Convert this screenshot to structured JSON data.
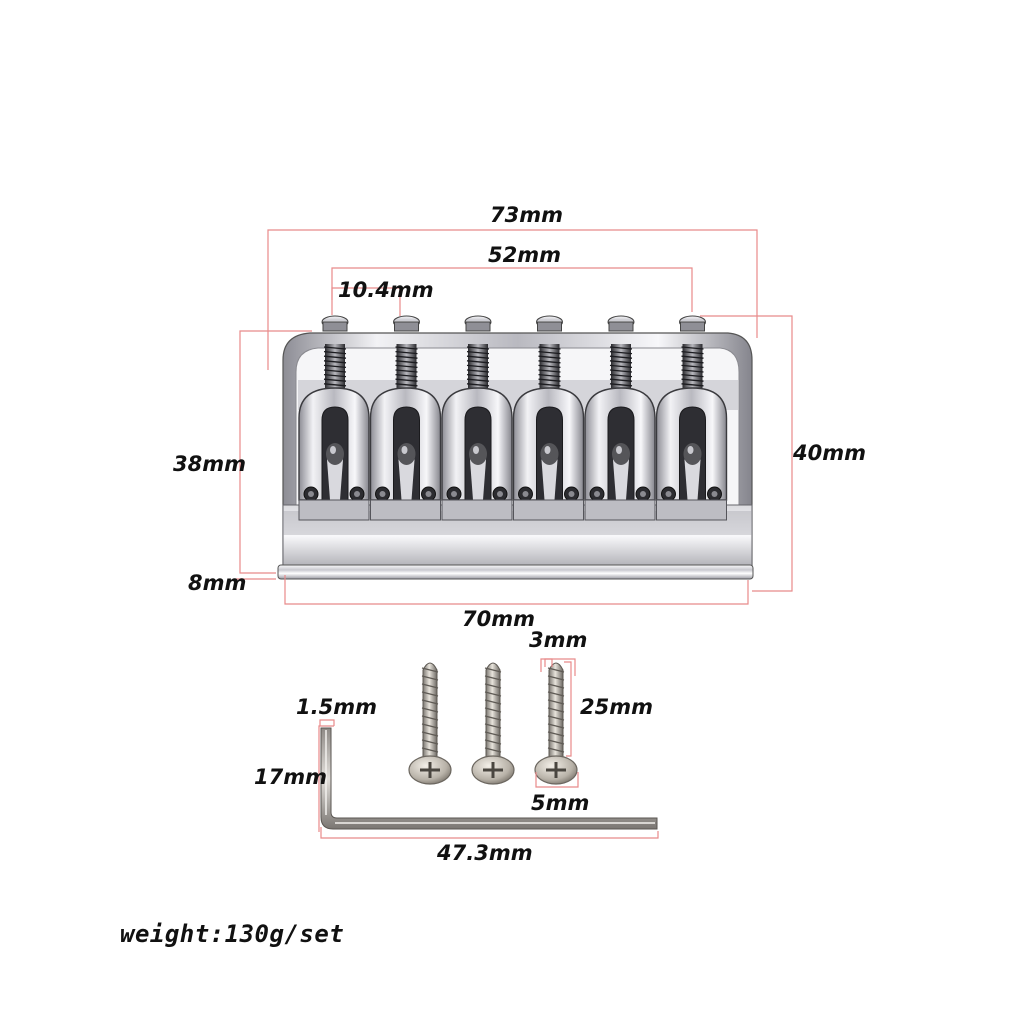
{
  "dimensions": {
    "overall_width": "73mm",
    "outer_string_spacing": "52mm",
    "saddle_spacing": "10.4mm",
    "length_left": "38mm",
    "length_right": "40mm",
    "base_height": "8mm",
    "base_width": "70mm",
    "screw_diameter": "3mm",
    "screw_length": "25mm",
    "screw_head": "5mm",
    "wrench_size": "1.5mm",
    "wrench_short": "17mm",
    "wrench_long": "47.3mm"
  },
  "weight_text": "weight:130g/set",
  "colors": {
    "dimension_line": "#e88a8a",
    "chrome_light": "#f4f4f6",
    "chrome_dark": "#3a3a3e"
  },
  "saddle_count": 6,
  "screw_count": 3
}
